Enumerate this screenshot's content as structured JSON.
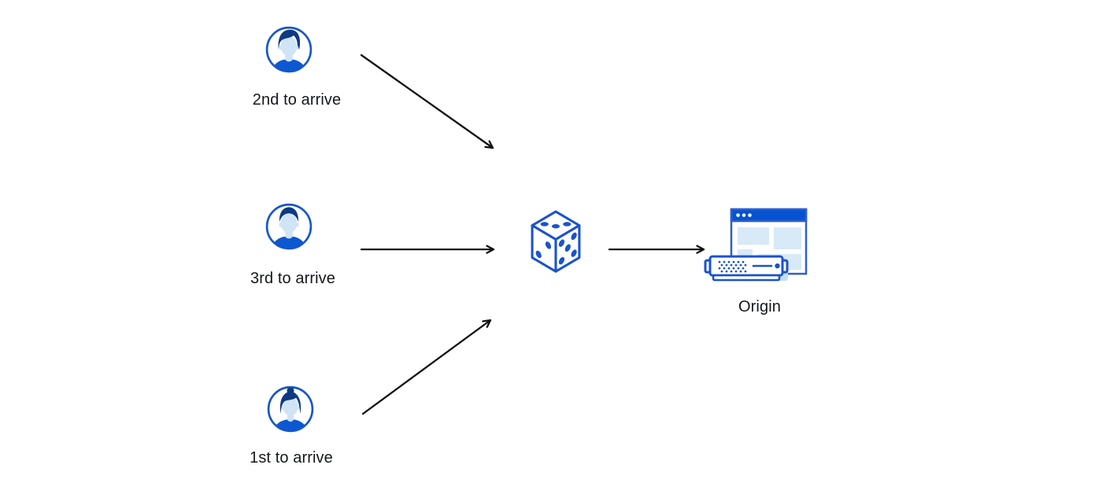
{
  "diagram": {
    "description": "Three visitors arrive in random order, pass through a randomizing dice step, and are forwarded to the Origin server",
    "nodes": {
      "visitor_second": {
        "label": "2nd to arrive",
        "icon": "male-avatar-swept-hair-icon"
      },
      "visitor_third": {
        "label": "3rd to arrive",
        "icon": "male-avatar-short-hair-icon"
      },
      "visitor_first": {
        "label": "1st to arrive",
        "icon": "female-avatar-bun-icon"
      },
      "randomizer": {
        "label": "",
        "icon": "dice-icon"
      },
      "origin": {
        "label": "Origin",
        "icon": "browser-window-server-icon"
      }
    },
    "edges": [
      {
        "from": "visitor_second",
        "to": "randomizer",
        "direction": "down-right"
      },
      {
        "from": "visitor_third",
        "to": "randomizer",
        "direction": "right"
      },
      {
        "from": "visitor_first",
        "to": "randomizer",
        "direction": "up-right"
      },
      {
        "from": "randomizer",
        "to": "origin",
        "direction": "right"
      }
    ],
    "colors": {
      "icon_stroke_blue": "#1a53cd",
      "window_border_blue": "#2e5ed0",
      "titlebar_blue": "#0553d0",
      "shirt_blue": "#0b58d0",
      "hair_navy": "#0d3a80",
      "face_light_blue": "#cfe4f5",
      "panel_light_blue": "#d8e9f7",
      "shadow_light_blue": "#c6ddf2",
      "arrow_black": "#111111",
      "label_text": "#15171a",
      "background": "#ffffff"
    }
  }
}
